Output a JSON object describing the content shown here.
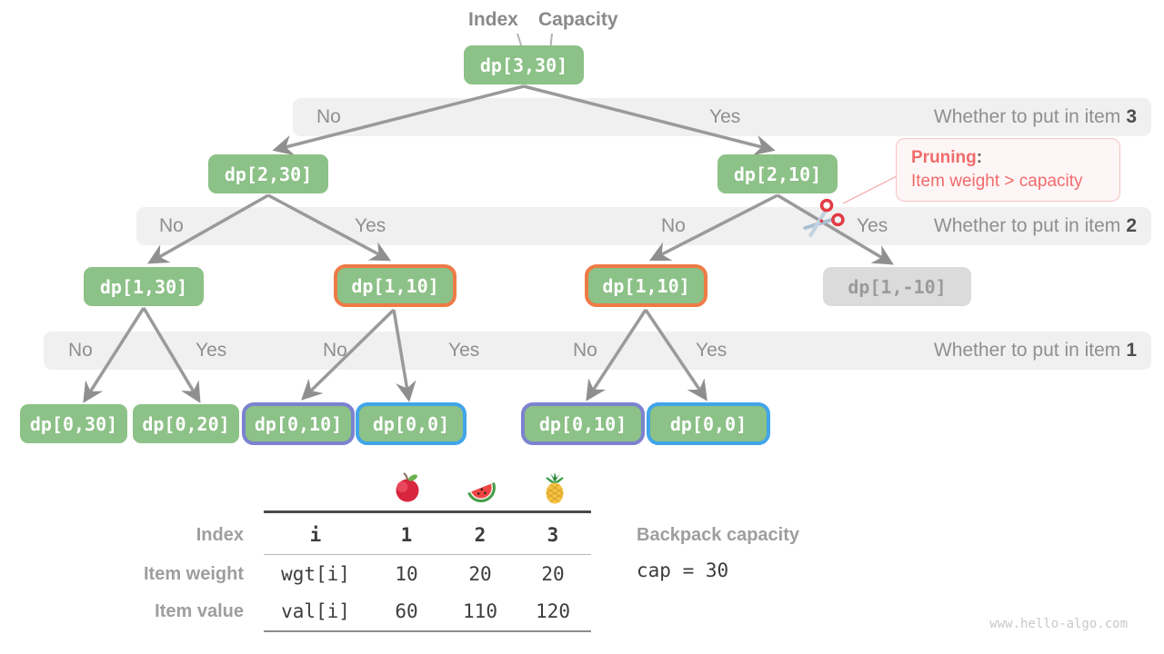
{
  "header": {
    "index": "Index",
    "capacity": "Capacity"
  },
  "nodes": {
    "n330": "dp[3,30]",
    "n230": "dp[2,30]",
    "n210": "dp[2,10]",
    "n130": "dp[1,30]",
    "n110a": "dp[1,10]",
    "n110b": "dp[1,10]",
    "n1m10": "dp[1,-10]",
    "n030": "dp[0,30]",
    "n020": "dp[0,20]",
    "n010a": "dp[0,10]",
    "n000a": "dp[0,0]",
    "n010b": "dp[0,10]",
    "n000b": "dp[0,0]"
  },
  "decisions": [
    {
      "labels": [
        "No",
        "Yes"
      ],
      "question": "Whether to put in item",
      "item": "3"
    },
    {
      "labels": [
        "No",
        "Yes",
        "No",
        "Yes"
      ],
      "question": "Whether to put in item",
      "item": "2"
    },
    {
      "labels": [
        "No",
        "Yes",
        "No",
        "Yes",
        "No",
        "Yes"
      ],
      "question": "Whether to put in item",
      "item": "1"
    }
  ],
  "pruning": {
    "title": "Pruning",
    "colon": ":",
    "desc": "Item weight > capacity"
  },
  "table": {
    "fruit_icons": [
      "apple-icon",
      "watermelon-icon",
      "pineapple-icon"
    ],
    "header_row": {
      "label": "Index",
      "code": "i",
      "c1": "1",
      "c2": "2",
      "c3": "3"
    },
    "weight_row": {
      "label": "Item weight",
      "code": "wgt[i]",
      "c1": "10",
      "c2": "20",
      "c3": "20"
    },
    "value_row": {
      "label": "Item value",
      "code": "val[i]",
      "c1": "60",
      "c2": "110",
      "c3": "120"
    }
  },
  "capacity_info": {
    "label": "Backpack capacity",
    "code": "cap = 30"
  },
  "watermark": "www.hello-algo.com",
  "colors": {
    "node_green": "#8cc187",
    "orange_border": "#ee7b46",
    "purple_border": "#7c82cf",
    "blue_border": "#42a4e9",
    "gray_node": "#dbdbdb",
    "pink_text": "#f16b6b",
    "band_bg": "#f0f0f0"
  }
}
